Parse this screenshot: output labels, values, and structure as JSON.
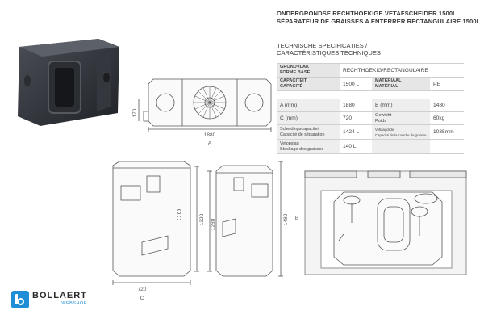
{
  "header": {
    "title_nl": "ONDERGRONDSE RECHTHOEKIGE VETAFSCHEIDER 1500L",
    "title_fr": "SÉPARATEUR DE GRAISSES A ENTERRER RECTANGULAIRE 1500L",
    "specs_nl": "TECHNISCHE SPECIFICATIES /",
    "specs_fr": "CARACTÉRISTIQUES TECHNIQUES"
  },
  "table1": {
    "row1": {
      "label_a": "GRONDVLAK",
      "label_b": "FORME BASE",
      "value": "RECHTHOEKIG/RECTANGULAIRE"
    },
    "row2": {
      "label_a": "CAPACITEIT",
      "label_b": "CAPACITÉ",
      "value": "1500 L",
      "label2_a": "MATERIAAL",
      "label2_b": "MATÉRIAU",
      "value2": "PE"
    }
  },
  "table2": {
    "row1": {
      "label": "A (mm)",
      "value": "1880",
      "label2": "B (mm)",
      "value2": "1480"
    },
    "row2": {
      "label": "C (mm)",
      "value": "720",
      "label2_a": "Gewicht",
      "label2_b": "Poids",
      "value2": "60kg"
    },
    "row3": {
      "label_a": "Scheidingscapaciteit",
      "label_b": "Capacité de séparation",
      "value": "1424 L",
      "label2_a": "Vetlaagdikte",
      "label2_b": "Capacité de la couche de graisse",
      "value2": "1035mm"
    },
    "row4": {
      "label_a": "Vetopslag",
      "label_b": "Stockage des graisses",
      "value": "140 L"
    }
  },
  "drawing": {
    "dim_width": "1880",
    "label_a": "A",
    "dim_170": "170",
    "dim_1320": "1320",
    "dim_1280": "1280",
    "dim_1480": "1480",
    "label_b": "B",
    "dim_720": "720",
    "label_c": "C"
  },
  "logo": {
    "name": "BOLLAERT",
    "sub": "WEBSHOP",
    "color": "#1e8fd6"
  }
}
